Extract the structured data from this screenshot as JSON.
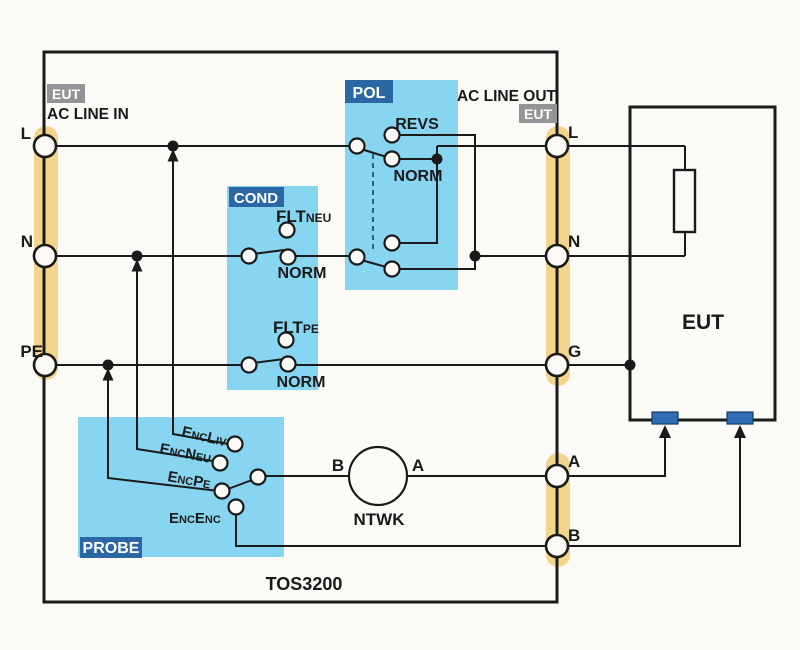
{
  "title": {
    "device": "TOS3200"
  },
  "ac_line_in": {
    "badge": "EUT",
    "label": "AC LINE IN",
    "terminals": {
      "l": "L",
      "n": "N",
      "pe": "PE"
    }
  },
  "ac_line_out": {
    "label": "AC LINE OUT",
    "badge": "EUT",
    "terminals": {
      "l": "L",
      "n": "N",
      "g": "G",
      "a": "A",
      "b": "B"
    }
  },
  "pol": {
    "badge": "POL",
    "revs": "REVS",
    "norm": "NORM"
  },
  "cond": {
    "badge": "COND",
    "flt_neu": {
      "main": "FLT",
      "sub": "NEU"
    },
    "norm_top": "NORM",
    "flt_pe": {
      "main": "FLT",
      "sub": "PE"
    },
    "norm_bottom": "NORM"
  },
  "probe": {
    "badge": "PROBE",
    "enc_liv": {
      "p1": "E",
      "p2": "NC",
      "p3": "L",
      "p4": "IV"
    },
    "enc_neu": {
      "p1": "E",
      "p2": "NC",
      "p3": "N",
      "p4": "EU"
    },
    "enc_pe": {
      "p1": "E",
      "p2": "NC",
      "p3": "P",
      "p4": "E"
    },
    "enc_enc": {
      "p1": "E",
      "p2": "NC",
      "p3": "E",
      "p4": "NC"
    }
  },
  "ntwk": {
    "label": "NTWK",
    "port_left": "B",
    "port_right": "A"
  },
  "eut": {
    "label": "EUT"
  },
  "colors": {
    "wire": "#1a1a1a",
    "panel_blue": "#87d5f0",
    "badge_blue": "#2c67a5",
    "badge_gray": "#929496",
    "bus_yellow": "#f2d48b",
    "pad_blue": "#2f6cb3",
    "dashed_link": "#1d6285",
    "background": "#fcfaf6"
  }
}
